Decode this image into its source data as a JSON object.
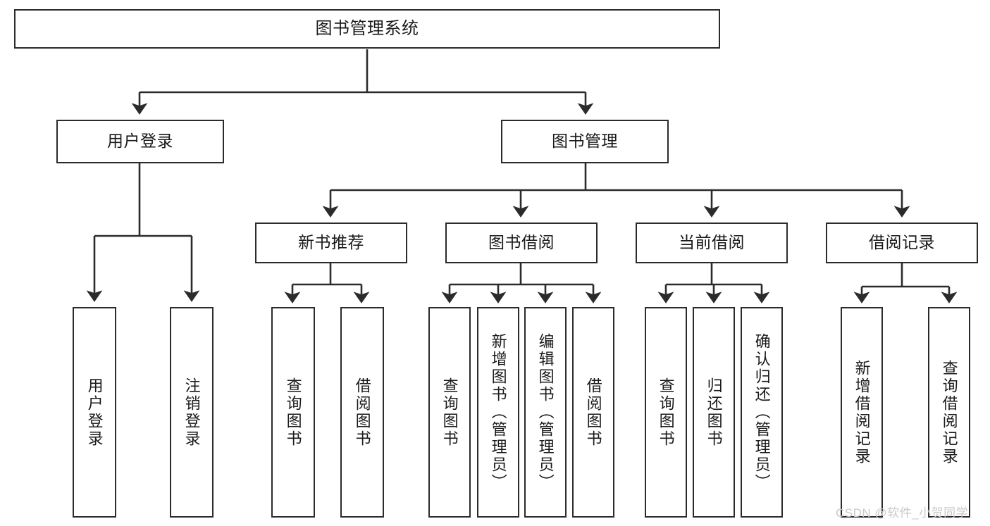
{
  "diagram": {
    "title": "图书管理系统",
    "type": "tree",
    "style": {
      "box_border_color": "#2b2b2b",
      "box_fill": "#ffffff",
      "connector_color": "#2b2b2b",
      "text_color": "#1a1a1a",
      "background": "#ffffff",
      "watermark_color": "#c9c9c9"
    },
    "levels": {
      "root": "图书管理系统",
      "level2": [
        "用户登录",
        "图书管理"
      ],
      "level3": [
        "新书推荐",
        "图书借阅",
        "当前借阅",
        "借阅记录"
      ]
    },
    "nodes": {
      "root": {
        "label": "图书管理系统"
      },
      "user_login": {
        "label": "用户登录"
      },
      "book_mgmt": {
        "label": "图书管理"
      },
      "new_book_rec": {
        "label": "新书推荐"
      },
      "book_borrow": {
        "label": "图书借阅"
      },
      "current_borrow": {
        "label": "当前借阅"
      },
      "borrow_record": {
        "label": "借阅记录"
      },
      "leaf_user_login": {
        "label": "用户登录"
      },
      "leaf_user_logout": {
        "label": "注销登录"
      },
      "leaf_rec_query": {
        "label": "查询图书"
      },
      "leaf_rec_borrow": {
        "label": "借阅图书"
      },
      "leaf_borrow_query": {
        "label": "查询图书"
      },
      "leaf_borrow_add": {
        "label": "新增图书（管理员）"
      },
      "leaf_borrow_edit": {
        "label": "编辑图书（管理员）"
      },
      "leaf_borrow_borrow": {
        "label": "借阅图书"
      },
      "leaf_cur_query": {
        "label": "查询图书"
      },
      "leaf_cur_return": {
        "label": "归还图书"
      },
      "leaf_cur_confirm": {
        "label": "确认归还（管理员）"
      },
      "leaf_rec_add": {
        "label": "新增借阅记录"
      },
      "leaf_rec_search": {
        "label": "查询借阅记录"
      }
    }
  },
  "watermark": {
    "text": "CSDN @软件_小贺同学"
  }
}
